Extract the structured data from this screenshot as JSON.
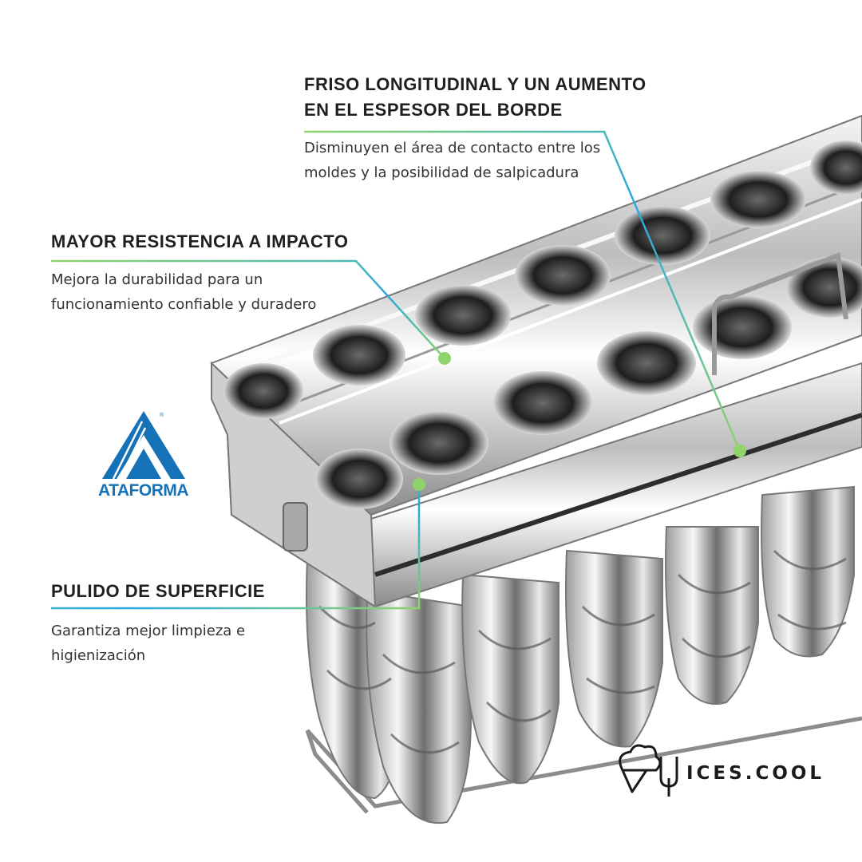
{
  "features": [
    {
      "title_line1": "FRISO LONGITUDINAL Y UN AUMENTO",
      "title_line2": "EN EL ESPESOR DEL BORDE",
      "desc_line1": "Disminuyen el área de contacto entre los",
      "desc_line2": "moldes y la posibilidad de salpicadura"
    },
    {
      "title": "MAYOR RESISTENCIA A IMPACTO",
      "desc_line1": "Mejora la durabilidad para un",
      "desc_line2": "funcionamiento confiable y duradero"
    },
    {
      "title": "PULIDO DE SUPERFICIE",
      "desc_line1": "Garantiza mejor limpieza e",
      "desc_line2": "higienización"
    }
  ],
  "brand_logo": {
    "name": "ATAFORMA",
    "registered": "®",
    "color": "#1572b6"
  },
  "footer_logo": {
    "text": "ICES.COOL",
    "icon": "ice-cream-icon"
  },
  "colors": {
    "line_green": "#8fd46a",
    "line_blue": "#2aa8e0",
    "dot": "#8fd46a"
  }
}
